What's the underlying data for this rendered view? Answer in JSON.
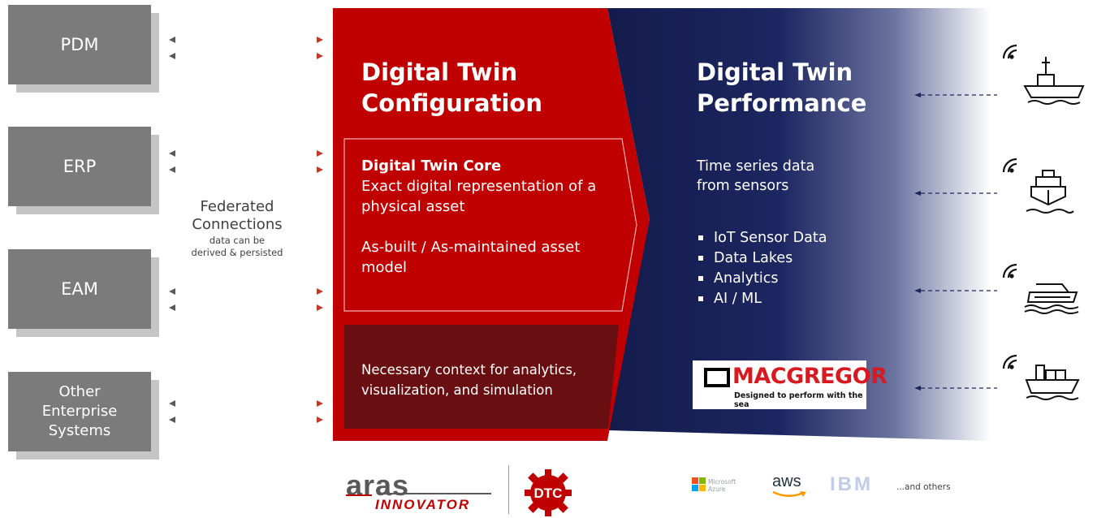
{
  "systems": [
    {
      "label": "PDM"
    },
    {
      "label": "ERP"
    },
    {
      "label": "EAM"
    },
    {
      "label": "Other\nEnterprise\nSystems"
    }
  ],
  "federated": {
    "title": "Federated\nConnections",
    "subtitle": "data can be\nderived & persisted"
  },
  "configuration": {
    "title": "Digital Twin\nConfiguration",
    "core_heading": "Digital Twin Core",
    "core_text": "Exact digital representation of a physical asset",
    "core_text2": "As-built / As-maintained asset model",
    "context_text": "Necessary context for analytics,\nvisualization, and simulation"
  },
  "performance": {
    "title": "Digital Twin\nPerformance",
    "time_series": "Time series data\nfrom sensors",
    "bullets": [
      "IoT Sensor Data",
      "Data Lakes",
      "Analytics",
      "AI / ML"
    ]
  },
  "partner": {
    "name": "MACGREGOR",
    "tagline": "Designed to perform with the sea"
  },
  "logos": {
    "aras_word": "aras",
    "aras_sub": "INNOVATOR",
    "dtc": "DTC",
    "microsoft": "Microsoft\nAzure",
    "aws": "aws",
    "ibm": "IBM",
    "others": "...and others"
  },
  "vessels": [
    {
      "icon": "aircraft-carrier-icon"
    },
    {
      "icon": "cargo-ship-icon"
    },
    {
      "icon": "cruise-ship-icon"
    },
    {
      "icon": "container-ship-icon"
    }
  ],
  "colors": {
    "system_box": "#7b7b7b",
    "config_red": "#c00000",
    "context_dark_red": "#6a0f11",
    "performance_navy": "#141c4d",
    "arrow_red": "#c0392b",
    "arrow_gray": "#5a5a5a"
  }
}
